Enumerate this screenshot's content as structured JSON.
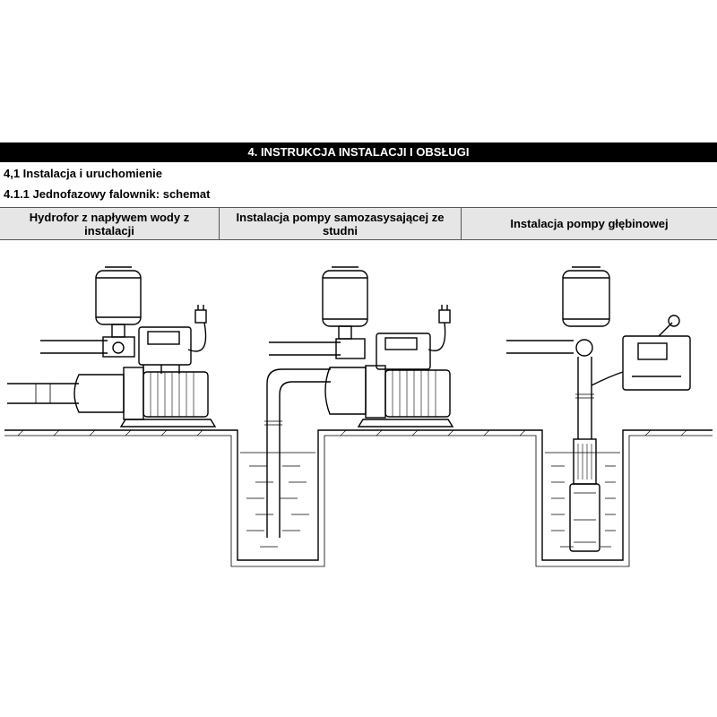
{
  "section_banner": "4. INSTRUKCJA INSTALACJI I OBSŁUGI",
  "heading_1": "4,1 Instalacja i uruchomienie",
  "heading_2": "4.1.1 Jednofazowy falownik: schemat",
  "columns": [
    {
      "label": "Hydrofor z napływem wody z instalacji"
    },
    {
      "label": "Instalacja pompy samozasysającej ze studni"
    },
    {
      "label": "Instalacja pompy głębinowej"
    }
  ],
  "diagram": {
    "icons": [
      "pressure-tank-icon",
      "pump-motor-icon",
      "inverter-controller-icon",
      "power-plug-icon",
      "pressure-gauge-icon",
      "submersible-pump-icon",
      "well-icon"
    ]
  }
}
